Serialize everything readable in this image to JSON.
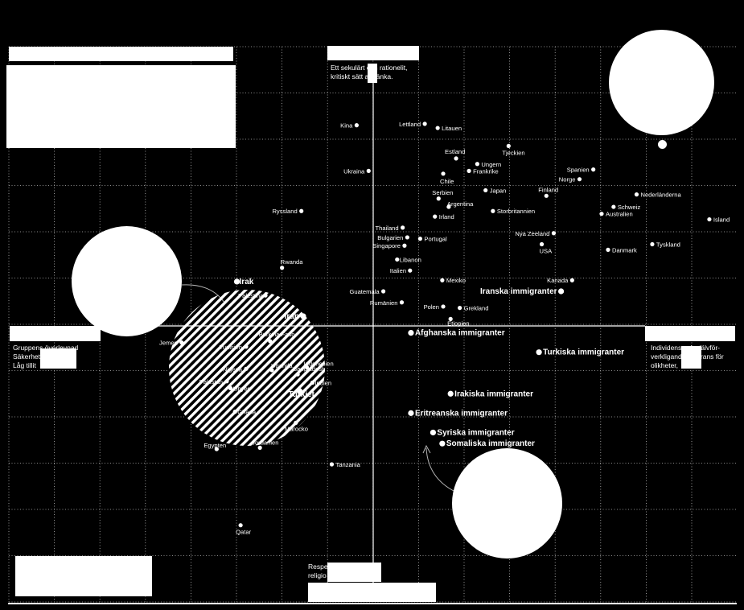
{
  "chart_data": {
    "type": "scatter",
    "title": "",
    "xlabel": "",
    "ylabel": "",
    "axes": {
      "top": [
        "Ett sekulärt och rationelit,",
        "kritiskt sätt att tänka."
      ],
      "bottom": [
        "Respekt",
        "religio"
      ],
      "left": [
        "Gruppens överlevnad",
        "Säkerhet",
        "Låg tillit"
      ],
      "right": [
        "Individens val, självför-",
        "verkligande, tolerans för",
        "olikheter,"
      ]
    },
    "points": [
      {
        "label": "Kina",
        "x": -0.18,
        "y": 1.45
      },
      {
        "label": "Lettland",
        "x": 0.56,
        "y": 1.46
      },
      {
        "label": "Litauen",
        "x": 0.7,
        "y": 1.43
      },
      {
        "label": "Tjeckien",
        "x": 1.47,
        "y": 1.3
      },
      {
        "label": "Estland",
        "x": 0.9,
        "y": 1.21
      },
      {
        "label": "Ungern",
        "x": 1.13,
        "y": 1.17
      },
      {
        "label": "Ukraina",
        "x": -0.05,
        "y": 1.12
      },
      {
        "label": "Frankrike",
        "x": 1.04,
        "y": 1.12
      },
      {
        "label": "Chile",
        "x": 0.76,
        "y": 1.1
      },
      {
        "label": "Spanien",
        "x": 2.39,
        "y": 1.13
      },
      {
        "label": "Norge",
        "x": 2.24,
        "y": 1.06
      },
      {
        "label": "Japan",
        "x": 1.22,
        "y": 0.98
      },
      {
        "label": "Finland",
        "x": 1.88,
        "y": 0.94
      },
      {
        "label": "Serbien",
        "x": 0.71,
        "y": 0.92
      },
      {
        "label": "Nederländerna",
        "x": 2.86,
        "y": 0.95
      },
      {
        "label": "Argentina",
        "x": 0.82,
        "y": 0.86
      },
      {
        "label": "Storbritannien",
        "x": 1.3,
        "y": 0.83
      },
      {
        "label": "Schweiz",
        "x": 2.61,
        "y": 0.86
      },
      {
        "label": "Ryssland",
        "x": -0.78,
        "y": 0.83
      },
      {
        "label": "Australien",
        "x": 2.48,
        "y": 0.81
      },
      {
        "label": "Island",
        "x": 3.65,
        "y": 0.77
      },
      {
        "label": "Irland",
        "x": 0.67,
        "y": 0.79
      },
      {
        "label": "Thailand",
        "x": 0.32,
        "y": 0.71
      },
      {
        "label": "Nya Zeeland",
        "x": 1.96,
        "y": 0.67
      },
      {
        "label": "Bulgarien",
        "x": 0.37,
        "y": 0.64
      },
      {
        "label": "Portugal",
        "x": 0.51,
        "y": 0.63
      },
      {
        "label": "Tyskland",
        "x": 3.03,
        "y": 0.59
      },
      {
        "label": "Singapore",
        "x": 0.34,
        "y": 0.58
      },
      {
        "label": "USA",
        "x": 1.83,
        "y": 0.59
      },
      {
        "label": "Danmark",
        "x": 2.55,
        "y": 0.55
      },
      {
        "label": "Libanon",
        "x": 0.26,
        "y": 0.48
      },
      {
        "label": "Rwanda",
        "x": -0.99,
        "y": 0.42
      },
      {
        "label": "Italien",
        "x": 0.4,
        "y": 0.4
      },
      {
        "label": "Mexiko",
        "x": 0.75,
        "y": 0.33
      },
      {
        "label": "Kanada",
        "x": 2.16,
        "y": 0.33
      },
      {
        "label": "Irak",
        "x": -1.48,
        "y": 0.32
      },
      {
        "label": "Guatemala",
        "x": 0.11,
        "y": 0.25
      },
      {
        "label": "Iranska immigranter",
        "x": 2.04,
        "y": 0.25
      },
      {
        "label": "Palestina",
        "x": -1.17,
        "y": 0.22
      },
      {
        "label": "Rumänien",
        "x": 0.31,
        "y": 0.17
      },
      {
        "label": "Polen",
        "x": 0.76,
        "y": 0.14
      },
      {
        "label": "Grekland",
        "x": 0.94,
        "y": 0.13
      },
      {
        "label": "Iran",
        "x": -0.76,
        "y": 0.07
      },
      {
        "label": "Etiopien",
        "x": 0.84,
        "y": 0.05
      },
      {
        "label": "Afghanska immigranter",
        "x": 0.41,
        "y": -0.05
      },
      {
        "label": "Jemen",
        "x": -2.08,
        "y": -0.12
      },
      {
        "label": "Burkina Faso",
        "x": -1.12,
        "y": -0.11
      },
      {
        "label": "Tunisien",
        "x": -1.38,
        "y": -0.15
      },
      {
        "label": "Turkiska immigranter",
        "x": 1.8,
        "y": -0.19
      },
      {
        "label": "Indonesien",
        "x": -0.72,
        "y": -0.3
      },
      {
        "label": "Nigeria",
        "x": -1.38,
        "y": -0.31
      },
      {
        "label": "Uganda",
        "x": -1.1,
        "y": -0.32
      },
      {
        "label": "Bangladesh",
        "x": -0.82,
        "y": -0.35
      },
      {
        "label": "Pakistan",
        "x": -1.59,
        "y": -0.4
      },
      {
        "label": "Indien",
        "x": -0.66,
        "y": -0.41
      },
      {
        "label": "Libyen",
        "x": -1.55,
        "y": -0.45
      },
      {
        "label": "Turkiet",
        "x": -0.8,
        "y": -0.47
      },
      {
        "label": "Irakiska immigranter",
        "x": 0.84,
        "y": -0.49
      },
      {
        "label": "Ghana",
        "x": -1.5,
        "y": -0.62
      },
      {
        "label": "Eritreanska immigranter",
        "x": 0.41,
        "y": -0.63
      },
      {
        "label": "Marocko",
        "x": -0.84,
        "y": -0.7
      },
      {
        "label": "Syriska immigranter",
        "x": 0.65,
        "y": -0.77
      },
      {
        "label": "Somaliska immigranter",
        "x": 0.75,
        "y": -0.85
      },
      {
        "label": "Jordanien",
        "x": -1.23,
        "y": -0.88
      },
      {
        "label": "Egypten",
        "x": -1.7,
        "y": -0.89
      },
      {
        "label": "Tanzania",
        "x": -0.45,
        "y": -1.0
      },
      {
        "label": "Qatar",
        "x": -1.44,
        "y": -1.44
      }
    ],
    "xlim": [
      -4.0,
      4.0
    ],
    "ylim": [
      -1.8,
      2.0
    ],
    "colors": {
      "background": "#000000",
      "marks": "#ffffff",
      "grid": "#bbbbbb"
    }
  }
}
